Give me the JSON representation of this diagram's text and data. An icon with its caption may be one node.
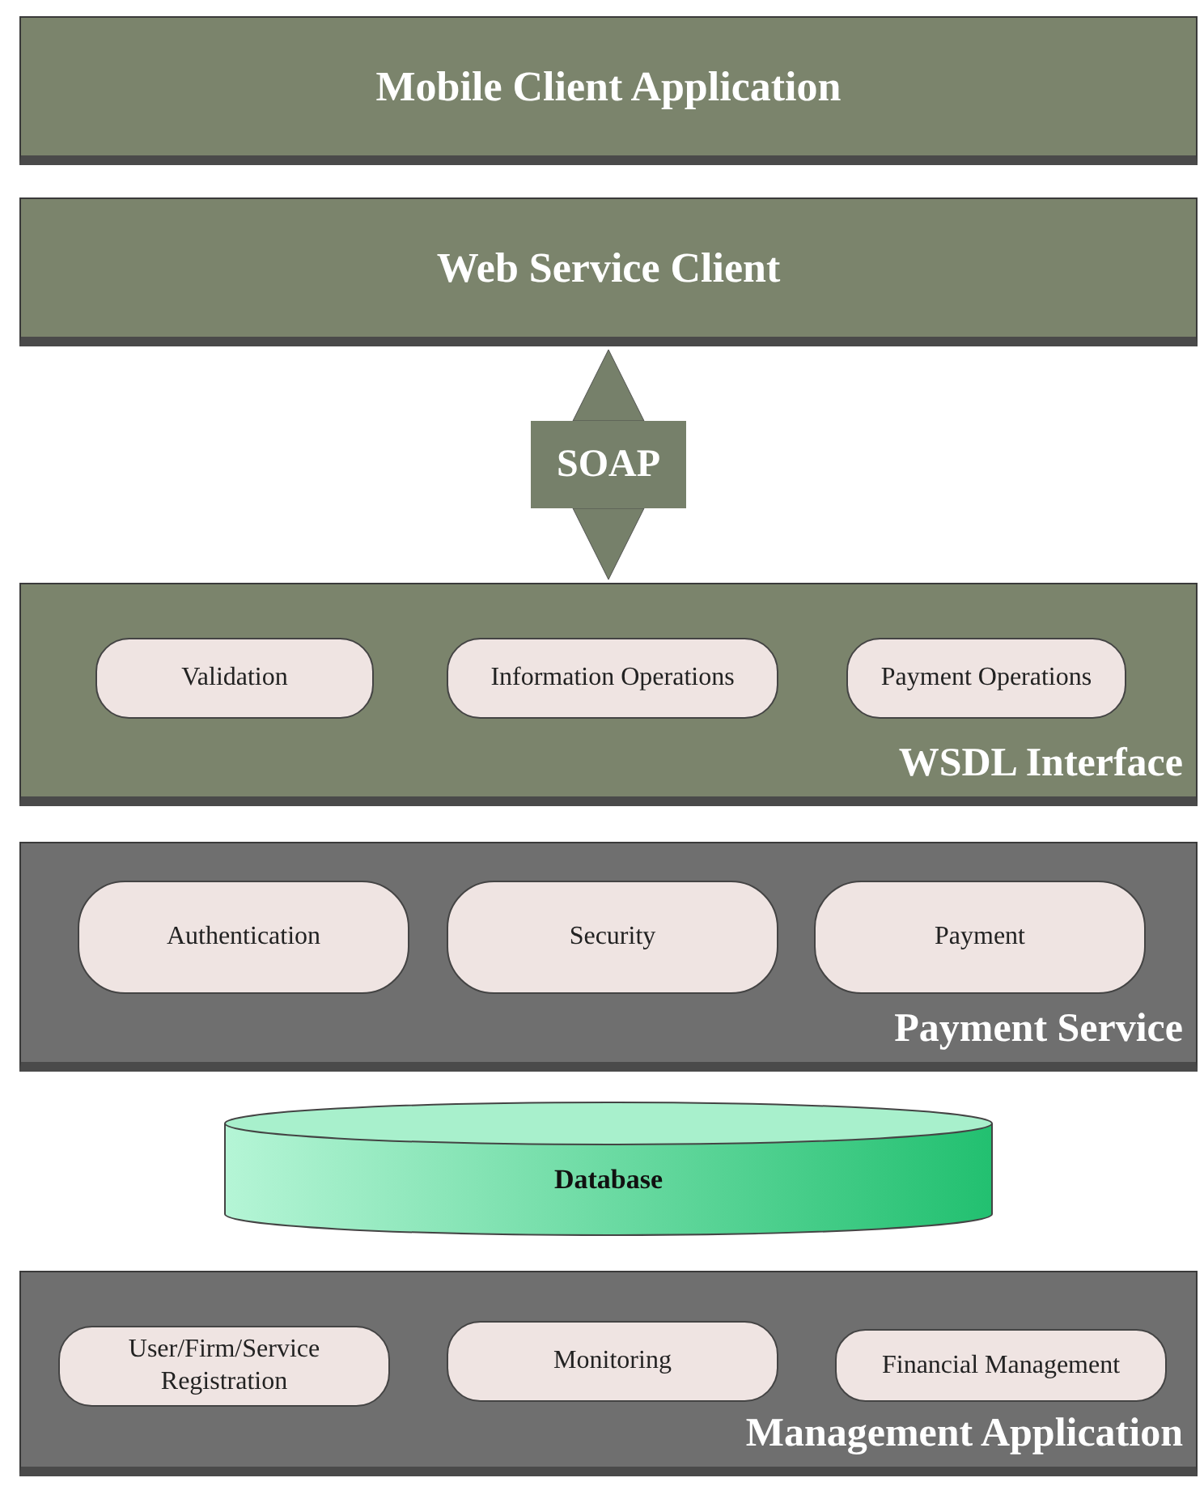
{
  "diagram": {
    "nodes": [
      {
        "text": [
          "Mobile Client Application"
        ]
      },
      {
        "text": [
          "Web Service Client"
        ]
      },
      {
        "text": [
          "WSDL Interface"
        ]
      },
      {
        "text": [
          "Validation"
        ],
        "in": 2
      },
      {
        "text": [
          "Information Operations"
        ],
        "in": 2
      },
      {
        "text": [
          "Payment Operations"
        ],
        "in": 2
      },
      {
        "text": [
          "Payment Service"
        ]
      },
      {
        "text": [
          "Authentication"
        ],
        "in": 6
      },
      {
        "text": [
          "Security"
        ],
        "in": 6
      },
      {
        "text": [
          "Payment"
        ],
        "in": 6
      },
      {
        "text": [
          "Database"
        ]
      },
      {
        "text": [
          "Management Application"
        ]
      },
      {
        "text": [
          "User/Firm/Service Registration"
        ],
        "in": 11
      },
      {
        "text": [
          "Monitoring"
        ],
        "in": 11
      },
      {
        "text": [
          "Financial Management"
        ],
        "in": 11
      }
    ],
    "edges": [
      {
        "from": 1,
        "to": 2,
        "arrow": "both",
        "label": "SOAP"
      }
    ]
  }
}
